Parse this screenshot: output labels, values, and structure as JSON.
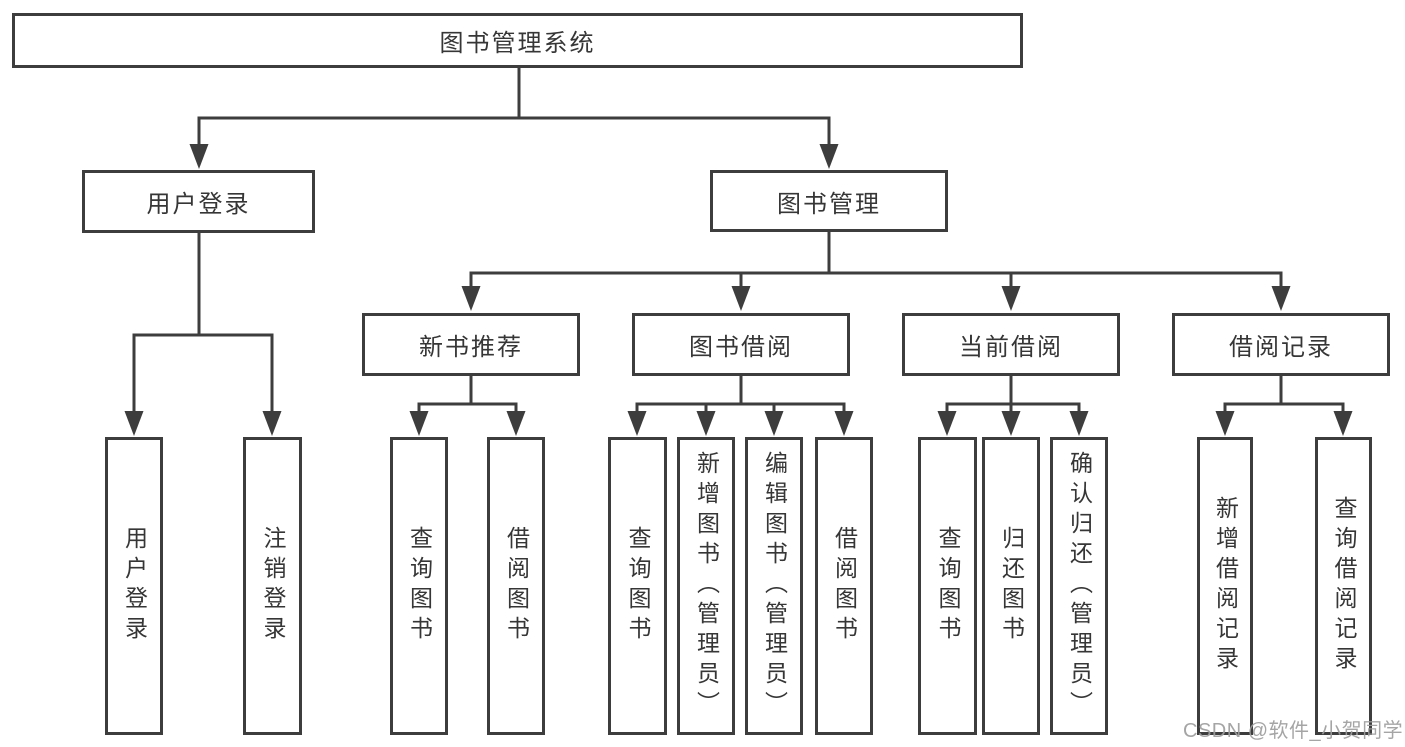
{
  "tree": {
    "root": {
      "label": "图书管理系统",
      "children": [
        {
          "label": "用户登录",
          "children": [
            {
              "label": "用户登录"
            },
            {
              "label": "注销登录"
            }
          ]
        },
        {
          "label": "图书管理",
          "children": [
            {
              "label": "新书推荐",
              "children": [
                {
                  "label": "查询图书"
                },
                {
                  "label": "借阅图书"
                }
              ]
            },
            {
              "label": "图书借阅",
              "children": [
                {
                  "label": "查询图书"
                },
                {
                  "label": "新增图书（管理员）"
                },
                {
                  "label": "编辑图书（管理员）"
                },
                {
                  "label": "借阅图书"
                }
              ]
            },
            {
              "label": "当前借阅",
              "children": [
                {
                  "label": "查询图书"
                },
                {
                  "label": "归还图书"
                },
                {
                  "label": "确认归还（管理员）"
                }
              ]
            },
            {
              "label": "借阅记录",
              "children": [
                {
                  "label": "新增借阅记录"
                },
                {
                  "label": "查询借阅记录"
                }
              ]
            }
          ]
        }
      ]
    }
  },
  "watermark": {
    "text": "CSDN @软件_小贺同学"
  },
  "colors": {
    "line": "#3d3d3d",
    "text": "#363636",
    "box_background": "#ffffff",
    "watermark": "#9e9e9e"
  }
}
